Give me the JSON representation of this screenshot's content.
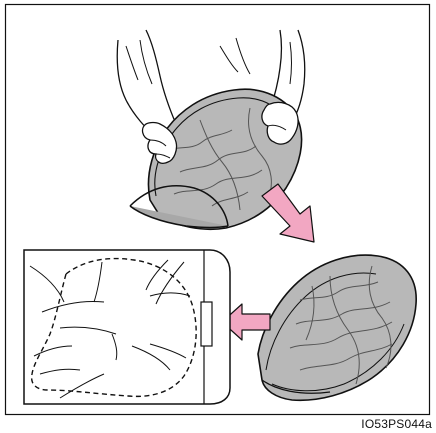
{
  "figure": {
    "id": "IO53PS044a"
  },
  "colors": {
    "shade_fill": "#b8b8b8",
    "shade_dark": "#9a9a9a",
    "arrow_fill": "#f2a7c2",
    "outline": "#111111",
    "background": "#ffffff"
  },
  "icons": {
    "step1": "hands-twisting-sunshade",
    "step2": "folded-sunshade-teardrop",
    "step3": "sunshade-in-storage-bag",
    "arrows": [
      "pink-arrow-down-right",
      "pink-arrow-left"
    ]
  }
}
